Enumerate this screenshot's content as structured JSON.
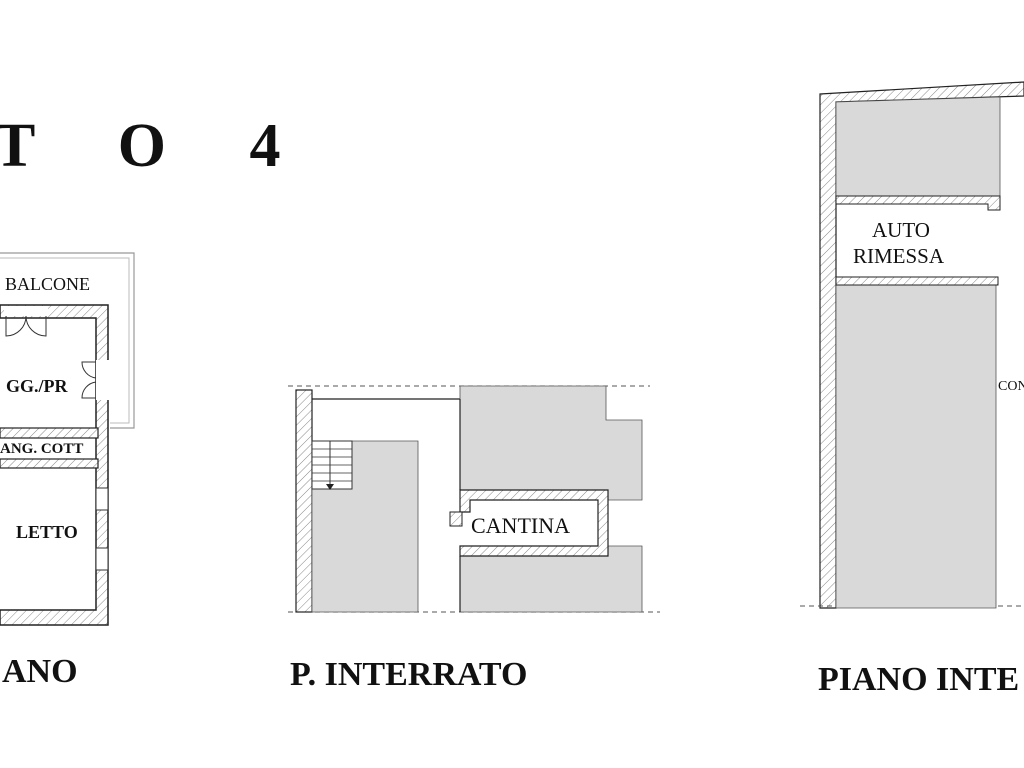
{
  "header": {
    "lot_title": "T O 4"
  },
  "plans": {
    "left": {
      "title": "ANO",
      "rooms": {
        "balcony": "BALCONE",
        "living": "GG./PR",
        "kitchen": "ANG. COTT",
        "bedroom": "LETTO"
      }
    },
    "middle": {
      "title": "P. INTERRATO",
      "rooms": {
        "cellar": "CANTINA"
      }
    },
    "right": {
      "title": "PIANO INTE",
      "rooms": {
        "garage_line1": "AUTO",
        "garage_line2": "RIMESSA",
        "right_cut": "CON"
      }
    }
  },
  "colors": {
    "wall_fill": "#ffffff",
    "wall_stroke": "#222222",
    "unit_fill": "#d9d9d9",
    "hatch": "#888888",
    "text": "#111111"
  }
}
